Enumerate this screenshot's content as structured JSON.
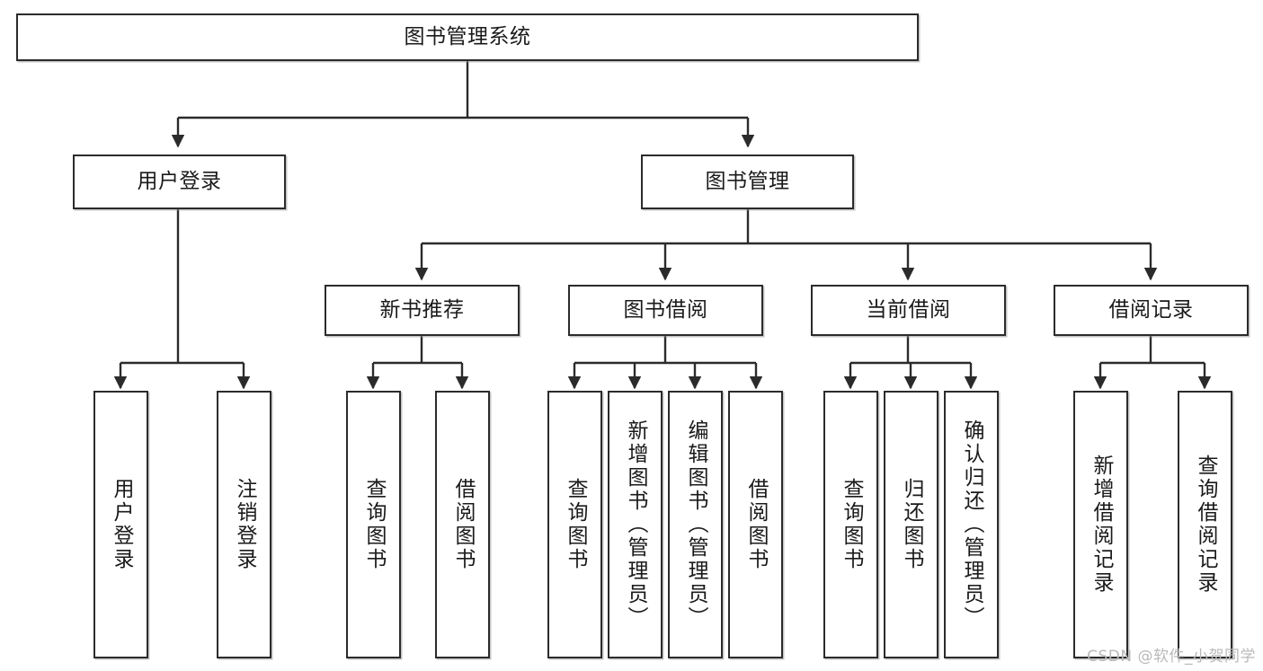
{
  "diagram": {
    "title_node": {
      "label": "图书管理系统"
    },
    "level2": [
      {
        "id": "user-login",
        "label": "用户登录"
      },
      {
        "id": "book-manage",
        "label": "图书管理"
      }
    ],
    "level3": [
      {
        "id": "new-book-recommend",
        "label": "新书推荐"
      },
      {
        "id": "book-borrow",
        "label": "图书借阅"
      },
      {
        "id": "current-borrow",
        "label": "当前借阅"
      },
      {
        "id": "borrow-record",
        "label": "借阅记录"
      }
    ],
    "leaves": {
      "user_login": [
        {
          "id": "leaf-user-login",
          "label": "用户登录"
        },
        {
          "id": "leaf-logout-login",
          "label": "注销登录"
        }
      ],
      "new_book_recommend": [
        {
          "id": "leaf-query-book-1",
          "label": "查询图书"
        },
        {
          "id": "leaf-borrow-book-1",
          "label": "借阅图书"
        }
      ],
      "book_borrow": [
        {
          "id": "leaf-query-book-2",
          "label": "查询图书"
        },
        {
          "id": "leaf-add-book",
          "label": "新增图书（管理员）"
        },
        {
          "id": "leaf-edit-book",
          "label": "编辑图书（管理员）"
        },
        {
          "id": "leaf-borrow-book-2",
          "label": "借阅图书"
        }
      ],
      "current_borrow": [
        {
          "id": "leaf-query-book-3",
          "label": "查询图书"
        },
        {
          "id": "leaf-return-book",
          "label": "归还图书"
        },
        {
          "id": "leaf-confirm-return",
          "label": "确认归还（管理员）"
        }
      ],
      "borrow_record": [
        {
          "id": "leaf-add-record",
          "label": "新增借阅记录"
        },
        {
          "id": "leaf-query-record",
          "label": "查询借阅记录"
        }
      ]
    }
  },
  "watermark": {
    "text": "CSDN @软件_小贺同学"
  },
  "colors": {
    "stroke": "#2b2b2b",
    "fill": "#ffffff",
    "text": "#1a1a1a",
    "watermark": "#b9b9b9"
  }
}
